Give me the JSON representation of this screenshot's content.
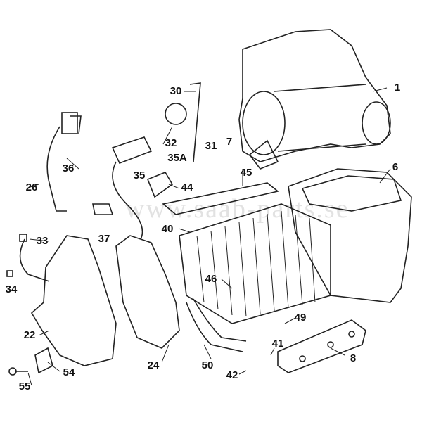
{
  "diagram": {
    "watermark": "www.saab-parts.se",
    "callouts": [
      {
        "id": "1",
        "text": "1"
      },
      {
        "id": "30",
        "text": "30"
      },
      {
        "id": "32",
        "text": "32"
      },
      {
        "id": "35A",
        "text": "35A"
      },
      {
        "id": "31",
        "text": "31"
      },
      {
        "id": "7",
        "text": "7"
      },
      {
        "id": "36",
        "text": "36"
      },
      {
        "id": "26",
        "text": "26"
      },
      {
        "id": "35",
        "text": "35"
      },
      {
        "id": "44",
        "text": "44"
      },
      {
        "id": "45",
        "text": "45"
      },
      {
        "id": "6",
        "text": "6"
      },
      {
        "id": "37",
        "text": "37"
      },
      {
        "id": "33",
        "text": "33"
      },
      {
        "id": "40",
        "text": "40"
      },
      {
        "id": "34",
        "text": "34"
      },
      {
        "id": "46",
        "text": "46"
      },
      {
        "id": "22",
        "text": "22"
      },
      {
        "id": "49",
        "text": "49"
      },
      {
        "id": "41",
        "text": "41"
      },
      {
        "id": "8",
        "text": "8"
      },
      {
        "id": "24",
        "text": "24"
      },
      {
        "id": "50",
        "text": "50"
      },
      {
        "id": "42",
        "text": "42"
      },
      {
        "id": "54",
        "text": "54"
      },
      {
        "id": "55",
        "text": "55"
      }
    ]
  }
}
